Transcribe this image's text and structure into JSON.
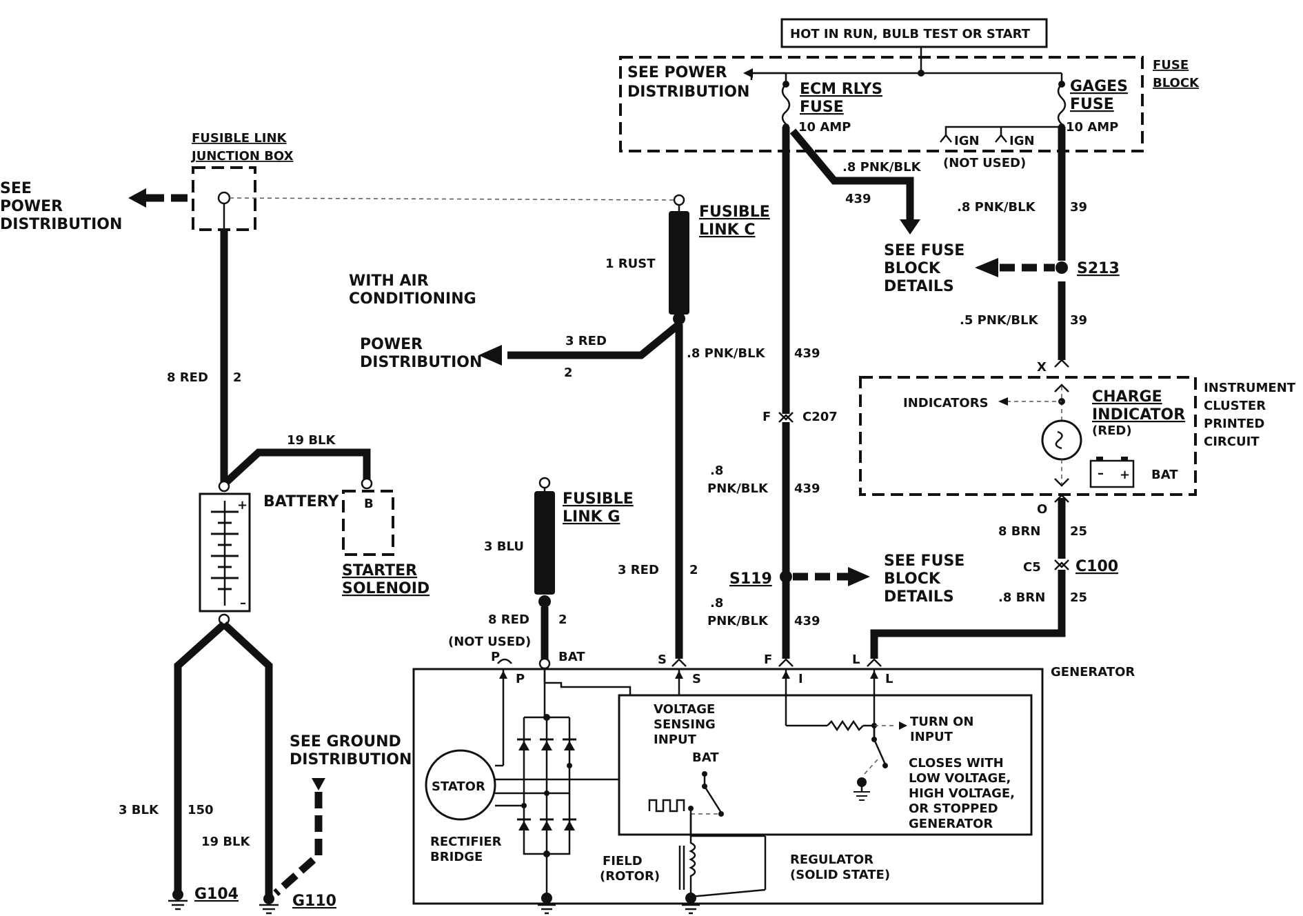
{
  "labels": {
    "hot_in_run": "HOT IN RUN, BULB TEST OR START",
    "see_power_dist_top_1": "SEE POWER",
    "see_power_dist_top_2": "DISTRIBUTION",
    "fuse_block_1": "FUSE",
    "fuse_block_2": "BLOCK",
    "ecm_fuse_1": "ECM RLYS",
    "ecm_fuse_2": "FUSE",
    "ecm_amp": "10 AMP",
    "gages_fuse_1": "GAGES",
    "gages_fuse_2": "FUSE",
    "gages_amp": "10 AMP",
    "ign1": "IGN",
    "ign2": "IGN",
    "not_used_ign": "(NOT USED)",
    "fl_junction_1": "FUSIBLE LINK",
    "fl_junction_2": "JUNCTION BOX",
    "see_power_left_1": "SEE",
    "see_power_left_2": "POWER",
    "see_power_left_3": "DISTRIBUTION",
    "fusible_c_1": "FUSIBLE",
    "fusible_c_2": "LINK C",
    "rust": "1 RUST",
    "with_ac_1": "WITH AIR",
    "with_ac_2": "CONDITIONING",
    "power_dist_mid_1": "POWER",
    "power_dist_mid_2": "DISTRIBUTION",
    "red3": "3 RED",
    "circ2a": "2",
    "pnk_blk_439_a": ".8 PNK/BLK",
    "c439_a": "439",
    "pnk_blk_ecm": ".8 PNK/BLK",
    "c439_b": "439",
    "see_fuse_1a": "SEE FUSE",
    "see_fuse_1b": "BLOCK",
    "see_fuse_1c": "DETAILS",
    "pnk_blk_39": ".8 PNK/BLK",
    "c39_a": "39",
    "s213": "S213",
    "pnk_blk_39b": ".5 PNK/BLK",
    "c39_b": "39",
    "x": "X",
    "indicators": "INDICATORS",
    "charge_ind_1": "CHARGE",
    "charge_ind_2": "INDICATOR",
    "charge_red": "(RED)",
    "bat_cluster": "BAT",
    "inst_cluster_1": "INSTRUMENT",
    "inst_cluster_2": "CLUSTER",
    "inst_cluster_3": "PRINTED",
    "inst_cluster_4": "CIRCUIT",
    "f_c207": "F",
    "c207": "C207",
    "pnk_839_1": ".8",
    "pnk_839_2": "PNK/BLK",
    "c439_c": "439",
    "o": "O",
    "brn8": "8 BRN",
    "c25_a": "25",
    "c5": "C5",
    "c100": "C100",
    "brn_08": ".8 BRN",
    "c25_b": "25",
    "red8": "8 RED",
    "circ2b": "2",
    "blk19": "19 BLK",
    "battery": "BATTERY",
    "b": "B",
    "starter_1": "STARTER",
    "starter_2": "SOLENOID",
    "fusible_g_1": "FUSIBLE",
    "fusible_g_2": "LINK G",
    "blu3": "3 BLU",
    "red3b": "3 RED",
    "circ2c": "2",
    "s119": "S119",
    "see_fuse_2a": "SEE FUSE",
    "see_fuse_2b": "BLOCK",
    "see_fuse_2c": "DETAILS",
    "pnk_839b_1": ".8",
    "pnk_839b_2": "PNK/BLK",
    "c439_d": "439",
    "red8b": "8 RED",
    "circ2d": "2",
    "not_used_p": "(NOT USED)",
    "pin_p": "P",
    "pin_bat": "BAT",
    "pin_s": "S",
    "pin_f": "F",
    "pin_l": "L",
    "generator": "GENERATOR",
    "p_inner": "P",
    "s_inner": "S",
    "i_inner": "I",
    "l_inner": "L",
    "vsi_1": "VOLTAGE",
    "vsi_2": "SENSING",
    "vsi_3": "INPUT",
    "bat_inner": "BAT",
    "turn_on_1": "TURN ON",
    "turn_on_2": "INPUT",
    "closes_1": "CLOSES WITH",
    "closes_2": "LOW VOLTAGE,",
    "closes_3": "HIGH VOLTAGE,",
    "closes_4": "OR STOPPED",
    "closes_5": "GENERATOR",
    "stator": "STATOR",
    "rect_1": "RECTIFIER",
    "rect_2": "BRIDGE",
    "field_1": "FIELD",
    "field_2": "(ROTOR)",
    "reg_1": "REGULATOR",
    "reg_2": "(SOLID STATE)",
    "see_ground_1": "SEE GROUND",
    "see_ground_2": "DISTRIBUTION",
    "blk3": "3 BLK",
    "c150": "150",
    "blk19b": "19 BLK",
    "g104": "G104",
    "g110": "G110"
  }
}
